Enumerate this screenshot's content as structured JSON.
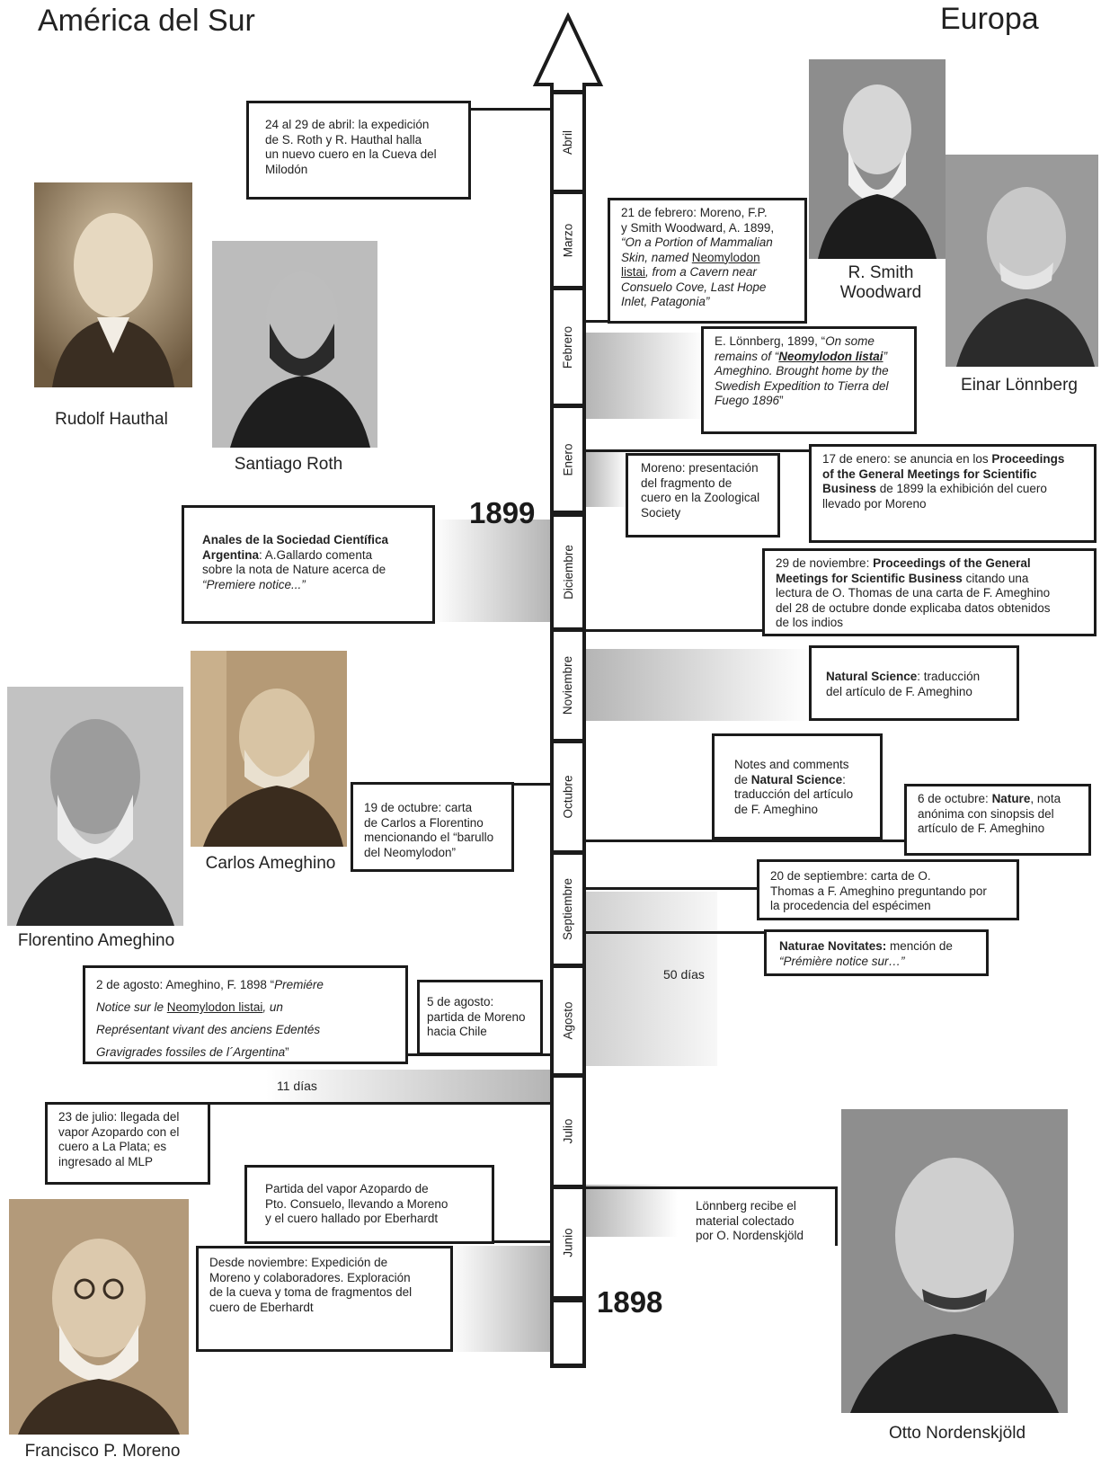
{
  "regions": {
    "left": "América del Sur",
    "right": "Europa"
  },
  "years": {
    "y1899": "1899",
    "y1898": "1898"
  },
  "months": [
    "Abril",
    "Marzo",
    "Febrero",
    "Enero",
    "Diciembre",
    "Noviembre",
    "Octubre",
    "Septiembre",
    "Agosto",
    "Julio",
    "Junio"
  ],
  "portraits": {
    "hauthal": "Rudolf Hauthal",
    "roth": "Santiago Roth",
    "smith_woodward": [
      "R. Smith",
      "Woodward"
    ],
    "lonnberg": "Einar Lönnberg",
    "f_ameghino": "Florentino Ameghino",
    "c_ameghino": "Carlos Ameghino",
    "moreno": "Francisco P. Moreno",
    "nordenskjold": "Otto Nordenskjöld"
  },
  "intervals": {
    "days50": "50 días",
    "days11": "11 días"
  },
  "events": {
    "abril": {
      "l1": "24 al 29  de abril: la expedición",
      "l2": "de S. Roth y R. Hauthal halla",
      "l3": "un nuevo cuero en la Cueva del",
      "l4": "Milodón"
    },
    "feb21": {
      "l1": "21 de febrero: Moreno, F.P.",
      "l2": " y Smith Woodward, A. 1899,",
      "l3": "“On a Portion of Mammalian",
      "l4a": "Skin, named ",
      "l4b": "Neomylodon",
      "l5a": "listai",
      "l5b": ", from a Cavern near",
      "l6": "Consuelo Cove, Last Hope",
      "l7": "Inlet, Patagonia”"
    },
    "lonnberg": {
      "l1a": "E. Lönnberg, 1899, “",
      "l1b": "On some",
      "l2a": "remains of “",
      "l2b": "Neomylodon listai",
      "l2c": "”",
      "l3": "Ameghino. Brought home by the",
      "l4": "Swedish Expedition to Tierra del",
      "l5a": "Fuego 1896",
      "l5b": "”"
    },
    "moreno_zoo": {
      "l1": "Moreno: presentación",
      "l2": "del fragmento de",
      "l3": "cuero en la Zoological",
      "l4": "Society"
    },
    "ene17": {
      "l1a": "17 de enero: se anuncia en los ",
      "l1b": "Proceedings",
      "l2": "of the General Meetings for Scientific",
      "l3a": "Business",
      "l3b": " de 1899 la exhibición del cuero",
      "l4": "llevado por Moreno"
    },
    "anales": {
      "l1": "Anales de la Sociedad Científica",
      "l2a": "Argentina",
      "l2b": ": A.Gallardo comenta",
      "l3": "sobre la nota de Nature acerca de",
      "l4": "“Premiere notice...”"
    },
    "nov29": {
      "l1a": "29 de noviembre: ",
      "l1b": "Proceedings of the General",
      "l2a": "Meetings for Scientific Business",
      "l2b": " citando una",
      "l3": "lectura de O. Thomas de una carta de F. Ameghino",
      "l4": "del 28 de octubre donde explicaba datos obtenidos",
      "l5": "de los indios"
    },
    "natural_science": {
      "l1a": "Natural Science",
      "l1b": ": traducción",
      "l2": "del artículo de F. Ameghino"
    },
    "notes": {
      "l1": "Notes and comments",
      "l2a": "de ",
      "l2b": "Natural Science",
      "l2c": ":",
      "l3": "traducción del artículo",
      "l4": "de F. Ameghino"
    },
    "oct6": {
      "l1a": "6 de octubre: ",
      "l1b": "Nature",
      "l1c": ", nota",
      "l2": "anónima con sinopsis del",
      "l3": "artículo de F. Ameghino"
    },
    "oct19": {
      "l1": "19 de octubre: carta",
      "l2": "de Carlos a Florentino",
      "l3": "mencionando el “barullo",
      "l4": "del Neomylodon”"
    },
    "sep20": {
      "l1": "20 de septiembre: carta de O.",
      "l2": "Thomas a F. Ameghino preguntando por",
      "l3": "la procedencia del espécimen"
    },
    "naturae": {
      "l1a": "Naturae Novitates:",
      "l1b": " mención de",
      "l2": "“Prémière notice sur…”"
    },
    "ago2": {
      "l1a": "2 de agosto: Ameghino, F. 1898  “",
      "l1b": "Premiére",
      "l2a": "Notice sur le ",
      "l2b": "Neomylodon listai",
      "l2c": ", un",
      "l3": "Représentant vivant des anciens Edentés",
      "l4a": "Gravigrades fossiles de l´Argentina",
      "l4b": "”"
    },
    "ago5": {
      "l1": "5 de agosto:",
      "l2": "partida de Moreno",
      "l3": "hacia Chile"
    },
    "jul23": {
      "l1": "23 de julio: llegada del",
      "l2": "vapor Azopardo con el",
      "l3": "cuero a La Plata; es",
      "l4": "ingresado al MLP"
    },
    "partida": {
      "l1": "Partida del vapor Azopardo de",
      "l2": "Pto. Consuelo, llevando a Moreno",
      "l3": "y el cuero hallado por Eberhardt"
    },
    "lonnberg_recibe": {
      "l1": "Lönnberg recibe el",
      "l2": "material colectado",
      "l3": "por O. Nordenskjöld"
    },
    "nov_exp": {
      "l1": "Desde noviembre: Expedición de",
      "l2": "Moreno y colaboradores. Exploración",
      "l3": "de la cueva y toma de fragmentos del",
      "l4": "cuero de Eberhardt"
    }
  },
  "colors": {
    "line": "#1b1b1b",
    "shade": "#8a8a8a",
    "text": "#222222"
  }
}
